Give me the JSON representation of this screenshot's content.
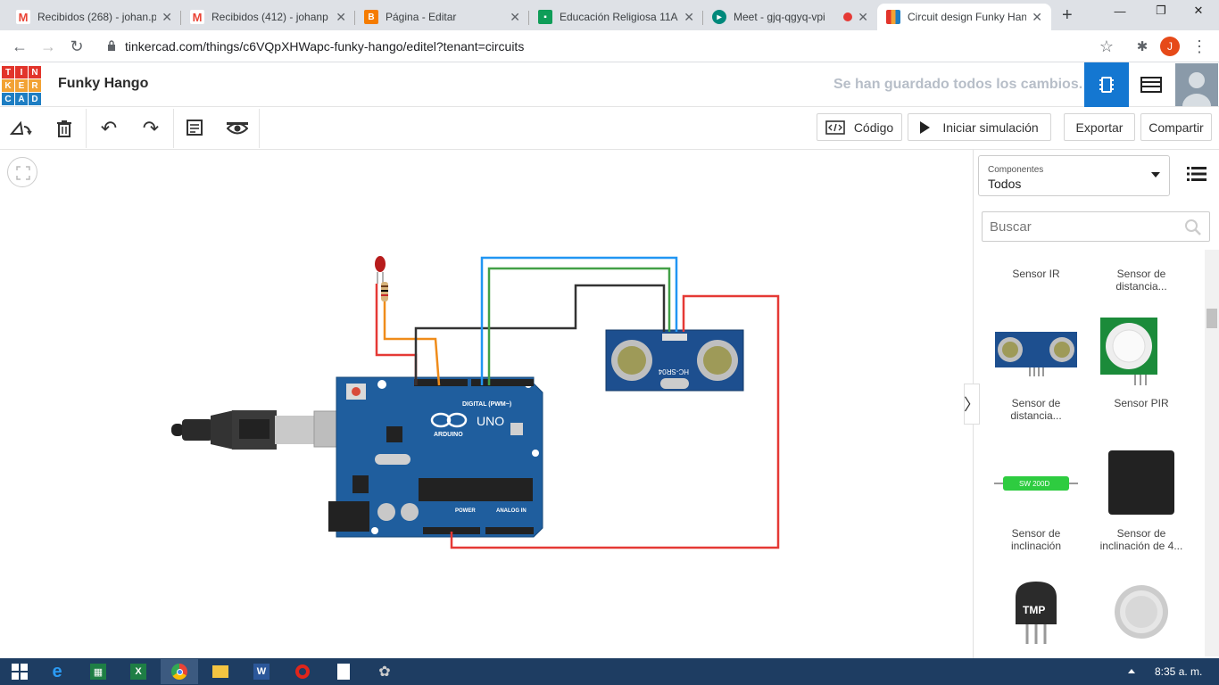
{
  "browser": {
    "tabs": [
      {
        "title": "Recibidos (268) - johan.p",
        "icon": "gmail-icon",
        "color": "#ea4335"
      },
      {
        "title": "Recibidos (412) - johanp",
        "icon": "gmail-icon",
        "color": "#ea4335"
      },
      {
        "title": "Página - Editar",
        "icon": "blogger-icon",
        "color": "#f57c00"
      },
      {
        "title": "Educación Religiosa 11A",
        "icon": "classroom-icon",
        "color": "#0f9d58"
      },
      {
        "title": "Meet - gjq-qgyq-vpi",
        "icon": "meet-icon",
        "color": "#00897b"
      },
      {
        "title": "Circuit design Funky Han",
        "icon": "tinkercad-icon",
        "color": "#1477d1"
      }
    ],
    "url": "tinkercad.com/things/c6VQpXHWapc-funky-hango/editel?tenant=circuits",
    "profile_initial": "J"
  },
  "app": {
    "logo_letters": [
      "T",
      "I",
      "N",
      "K",
      "E",
      "R",
      "C",
      "A",
      "D"
    ],
    "logo_colors": [
      "#e2342b",
      "#e2342b",
      "#e2342b",
      "#f2a234",
      "#f2a234",
      "#f2a234",
      "#1e7ec3",
      "#1e7ec3",
      "#1e7ec3"
    ],
    "design_name": "Funky Hango",
    "saved_status": "Se han guardado todos los cambios.",
    "accent": "#1477d1"
  },
  "toolbar": {
    "code_label": "Código",
    "sim_label": "Iniciar simulación",
    "export_label": "Exportar",
    "share_label": "Compartir"
  },
  "panel": {
    "components_label": "Componentes",
    "components_value": "Todos",
    "search_placeholder": "Buscar",
    "items": [
      {
        "label": "Sensor IR"
      },
      {
        "label": "Sensor de distancia..."
      },
      {
        "label": "Sensor de distancia..."
      },
      {
        "label": "Sensor PIR"
      },
      {
        "label": "Sensor de inclinación"
      },
      {
        "label": "Sensor de inclinación de 4..."
      }
    ]
  },
  "board": {
    "digital_label": "DIGITAL (PWM~)",
    "uno_label": "UNO",
    "arduino_label": "ARDUINO",
    "power_label": "POWER",
    "analog_label": "ANALOG IN",
    "sensor_label": "HC-SR04",
    "tilt_label": "SW 200D",
    "tmp_label": "TMP"
  },
  "taskbar": {
    "clock": "8:35 a. m."
  }
}
